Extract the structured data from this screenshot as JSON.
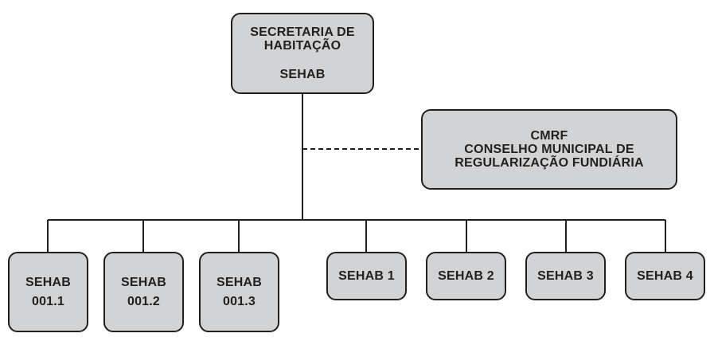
{
  "top": {
    "line1": "SECRETARIA DE",
    "line2": "HABITAÇÃO",
    "acronym": "SEHAB"
  },
  "council": {
    "acronym": "CMRF",
    "line1": "CONSELHO MUNICIPAL DE",
    "line2": "REGULARIZAÇÃO FUNDIÁRIA"
  },
  "units": [
    {
      "line1": "SEHAB",
      "line2": "001.1"
    },
    {
      "line1": "SEHAB",
      "line2": "001.2"
    },
    {
      "line1": "SEHAB",
      "line2": "001.3"
    },
    {
      "label": "SEHAB 1"
    },
    {
      "label": "SEHAB 2"
    },
    {
      "label": "SEHAB 3"
    },
    {
      "label": "SEHAB 4"
    }
  ],
  "colors": {
    "box_fill": "#d1d3d4",
    "line": "#231f20"
  }
}
